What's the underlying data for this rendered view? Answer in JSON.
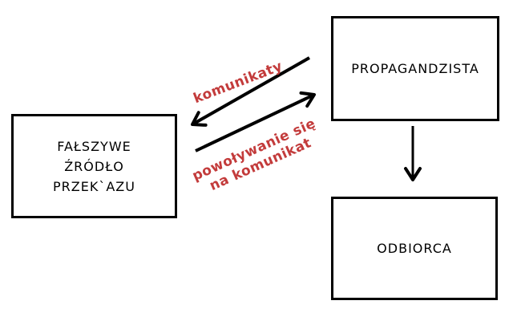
{
  "colors": {
    "background": "#ffffff",
    "line": "#000000",
    "accent": "#c33b3b"
  },
  "boxes": {
    "false_source": {
      "lines": [
        "FAŁSZYWE",
        "ŹRÓDŁO",
        "PRZEK`AZU"
      ]
    },
    "propagandist": {
      "label": "PROPAGANDZISTA"
    },
    "receiver": {
      "label": "ODBIORCA"
    }
  },
  "edge_labels": {
    "messages": {
      "text": "komunikaty"
    },
    "citing": {
      "line1": "powoływanie się",
      "line2": "na komunikat"
    }
  }
}
